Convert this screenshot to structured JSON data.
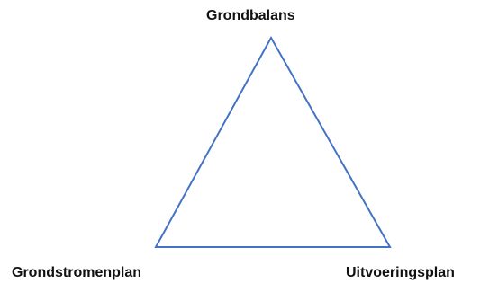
{
  "diagram": {
    "type": "triangle",
    "nodes": {
      "top": {
        "label": "Grondbalans"
      },
      "bottom_left": {
        "label": "Grondstromenplan"
      },
      "bottom_right": {
        "label": "Uitvoeringsplan"
      }
    },
    "stroke_color": "#4472C4"
  }
}
